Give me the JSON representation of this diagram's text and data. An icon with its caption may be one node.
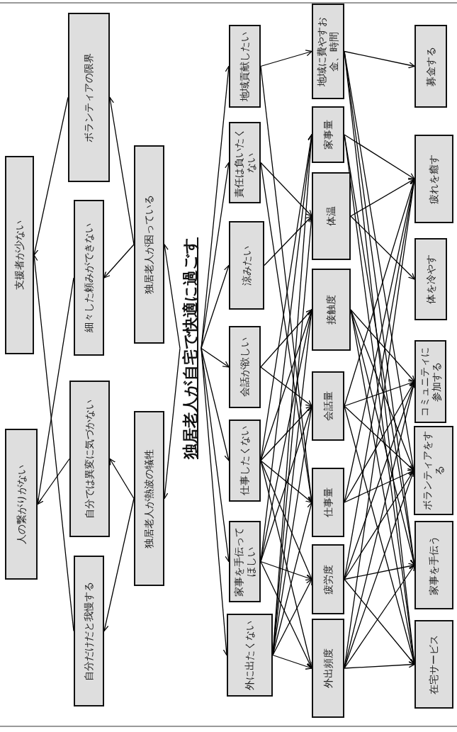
{
  "diagram": {
    "nodes": [
      {
        "text": [
          "独居老人が自宅で快適に過ごす"
        ]
      },
      {
        "text": [
          "独居老人が困っている"
        ]
      },
      {
        "text": [
          "独居老人が熱波の犠牲"
        ]
      },
      {
        "text": [
          "ボランティアの限界"
        ]
      },
      {
        "text": [
          "細々した頼みができない"
        ]
      },
      {
        "text": [
          "自分では異変に気づかない"
        ]
      },
      {
        "text": [
          "自分だけだと我慢する"
        ]
      },
      {
        "text": [
          "支援者が少ない"
        ]
      },
      {
        "text": [
          "人の繋がりがない"
        ]
      },
      {
        "text": [
          "地域貢献したい"
        ]
      },
      {
        "text": [
          "責任は負いたくない"
        ]
      },
      {
        "text": [
          "涼みたい"
        ]
      },
      {
        "text": [
          "会話が欲しい"
        ]
      },
      {
        "text": [
          "仕事したくない"
        ]
      },
      {
        "text": [
          "家事を手伝ってほしい"
        ]
      },
      {
        "text": [
          "外に出たくない"
        ]
      },
      {
        "text": [
          "地域に費やすお金、時間"
        ]
      },
      {
        "text": [
          "家事量"
        ]
      },
      {
        "text": [
          "体温"
        ]
      },
      {
        "text": [
          "接触度"
        ]
      },
      {
        "text": [
          "会話量"
        ]
      },
      {
        "text": [
          "仕事量"
        ]
      },
      {
        "text": [
          "疲労度"
        ]
      },
      {
        "text": [
          "外出頻度"
        ]
      },
      {
        "text": [
          "募金する"
        ]
      },
      {
        "text": [
          "疲れを癒す"
        ]
      },
      {
        "text": [
          "体を冷やす"
        ]
      },
      {
        "text": [
          "コミュニティに参加する"
        ]
      },
      {
        "text": [
          "ボランティアをする"
        ]
      },
      {
        "text": [
          "家事を手伝う"
        ]
      },
      {
        "text": [
          "在宅サービス"
        ]
      }
    ],
    "edges": [
      {
        "from": 0,
        "to": 1,
        "arrow": "to"
      },
      {
        "from": 0,
        "to": 2,
        "arrow": "to"
      },
      {
        "from": 1,
        "to": 3,
        "arrow": "to"
      },
      {
        "from": 1,
        "to": 4,
        "arrow": "to"
      },
      {
        "from": 3,
        "to": 7,
        "arrow": "to"
      },
      {
        "from": 6,
        "to": 7,
        "arrow": "to"
      },
      {
        "from": 4,
        "to": 8,
        "arrow": "to"
      },
      {
        "from": 5,
        "to": 8,
        "arrow": "to"
      },
      {
        "from": 2,
        "to": 5,
        "arrow": "to"
      },
      {
        "from": 2,
        "to": 6,
        "arrow": "to"
      },
      {
        "from": 0,
        "to": 9,
        "arrow": "to"
      },
      {
        "from": 0,
        "to": 10,
        "arrow": "to"
      },
      {
        "from": 0,
        "to": 11,
        "arrow": "to"
      },
      {
        "from": 0,
        "to": 12,
        "arrow": "to"
      },
      {
        "from": 0,
        "to": 13,
        "arrow": "to"
      },
      {
        "from": 0,
        "to": 14,
        "arrow": "to"
      },
      {
        "from": 0,
        "to": 15,
        "arrow": "to"
      },
      {
        "from": 9,
        "to": 16,
        "arrow": "to"
      },
      {
        "from": 9,
        "to": 21,
        "arrow": "to"
      },
      {
        "from": 10,
        "to": 18,
        "arrow": "to"
      },
      {
        "from": 10,
        "to": 21,
        "arrow": "to"
      },
      {
        "from": 11,
        "to": 18,
        "arrow": "to"
      },
      {
        "from": 12,
        "to": 19,
        "arrow": "to"
      },
      {
        "from": 12,
        "to": 20,
        "arrow": "to"
      },
      {
        "from": 13,
        "to": 17,
        "arrow": "to"
      },
      {
        "from": 13,
        "to": 19,
        "arrow": "to"
      },
      {
        "from": 13,
        "to": 20,
        "arrow": "to"
      },
      {
        "from": 13,
        "to": 21,
        "arrow": "to"
      },
      {
        "from": 13,
        "to": 22,
        "arrow": "to"
      },
      {
        "from": 13,
        "to": 23,
        "arrow": "to"
      },
      {
        "from": 14,
        "to": 17,
        "arrow": "to"
      },
      {
        "from": 14,
        "to": 19,
        "arrow": "to"
      },
      {
        "from": 14,
        "to": 20,
        "arrow": "to"
      },
      {
        "from": 14,
        "to": 22,
        "arrow": "to"
      },
      {
        "from": 14,
        "to": 23,
        "arrow": "to"
      },
      {
        "from": 15,
        "to": 17,
        "arrow": "to"
      },
      {
        "from": 15,
        "to": 18,
        "arrow": "to"
      },
      {
        "from": 15,
        "to": 19,
        "arrow": "to"
      },
      {
        "from": 15,
        "to": 20,
        "arrow": "to"
      },
      {
        "from": 15,
        "to": 21,
        "arrow": "to"
      },
      {
        "from": 15,
        "to": 22,
        "arrow": "to"
      },
      {
        "from": 15,
        "to": 23,
        "arrow": "to"
      },
      {
        "from": 16,
        "to": 24,
        "arrow": "to"
      },
      {
        "from": 16,
        "to": 28,
        "arrow": "to"
      },
      {
        "from": 16,
        "to": 29,
        "arrow": "to"
      },
      {
        "from": 16,
        "to": 30,
        "arrow": "to"
      },
      {
        "from": 17,
        "to": 25,
        "arrow": "to"
      },
      {
        "from": 17,
        "to": 29,
        "arrow": "to"
      },
      {
        "from": 17,
        "to": 30,
        "arrow": "to"
      },
      {
        "from": 18,
        "to": 25,
        "arrow": "to"
      },
      {
        "from": 18,
        "to": 26,
        "arrow": "to"
      },
      {
        "from": 19,
        "to": 27,
        "arrow": "to"
      },
      {
        "from": 19,
        "to": 28,
        "arrow": "to"
      },
      {
        "from": 19,
        "to": 29,
        "arrow": "to"
      },
      {
        "from": 19,
        "to": 30,
        "arrow": "to"
      },
      {
        "from": 20,
        "to": 25,
        "arrow": "to"
      },
      {
        "from": 20,
        "to": 27,
        "arrow": "to"
      },
      {
        "from": 20,
        "to": 28,
        "arrow": "to"
      },
      {
        "from": 20,
        "to": 30,
        "arrow": "to"
      },
      {
        "from": 21,
        "to": 25,
        "arrow": "to"
      },
      {
        "from": 21,
        "to": 27,
        "arrow": "to"
      },
      {
        "from": 21,
        "to": 28,
        "arrow": "to"
      },
      {
        "from": 22,
        "to": 25,
        "arrow": "to"
      },
      {
        "from": 22,
        "to": 27,
        "arrow": "to"
      },
      {
        "from": 22,
        "to": 28,
        "arrow": "to"
      },
      {
        "from": 22,
        "to": 29,
        "arrow": "to"
      },
      {
        "from": 22,
        "to": 30,
        "arrow": "to"
      },
      {
        "from": 23,
        "to": 25,
        "arrow": "to"
      },
      {
        "from": 23,
        "to": 27,
        "arrow": "to"
      },
      {
        "from": 23,
        "to": 28,
        "arrow": "to"
      },
      {
        "from": 23,
        "to": 29,
        "arrow": "to"
      },
      {
        "from": 23,
        "to": 30,
        "arrow": "to"
      }
    ]
  }
}
